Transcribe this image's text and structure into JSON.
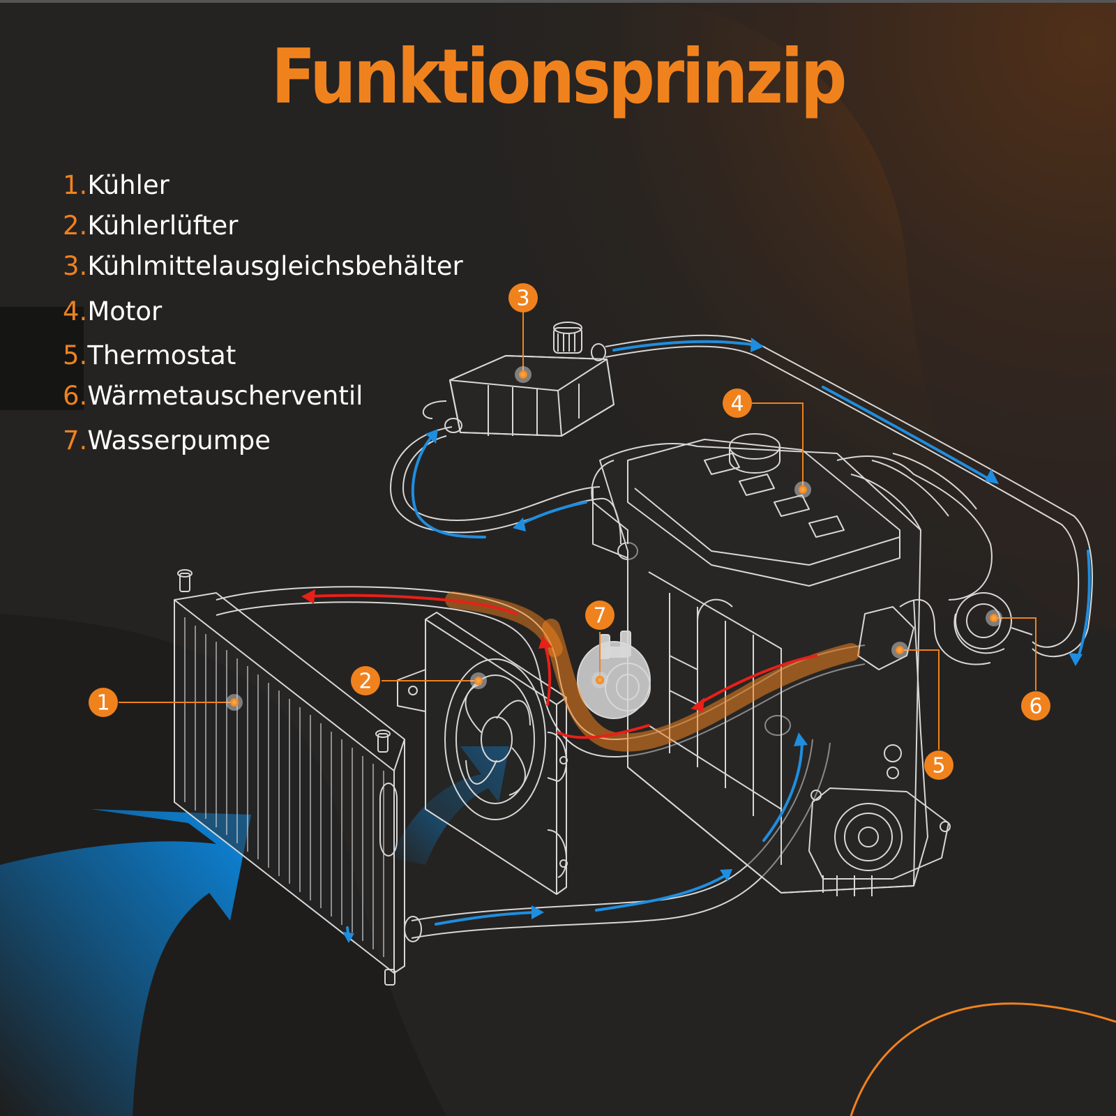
{
  "title": "Funktionsprinzip",
  "legend": [
    {
      "number": "1.",
      "label": "Kühler"
    },
    {
      "number": "2.",
      "label": "Kühlerlüfter"
    },
    {
      "number": "3.",
      "label": "Kühlmittelausgleichsbehälter"
    },
    {
      "number": "4.",
      "label": "Motor"
    },
    {
      "number": "5.",
      "label": "Thermostat"
    },
    {
      "number": "6.",
      "label": "Wärmetauscherventil"
    },
    {
      "number": "7.",
      "label": "Wasserpumpe"
    }
  ],
  "callouts": [
    "1",
    "2",
    "3",
    "4",
    "5",
    "6",
    "7"
  ],
  "colors": {
    "accent": "#f0821e",
    "background": "#1e1d1c",
    "line_art": "#d8d8d8",
    "cold_flow": "#1f8ee0",
    "hot_flow": "#e8201a",
    "airflow": "#0a7fd0"
  }
}
